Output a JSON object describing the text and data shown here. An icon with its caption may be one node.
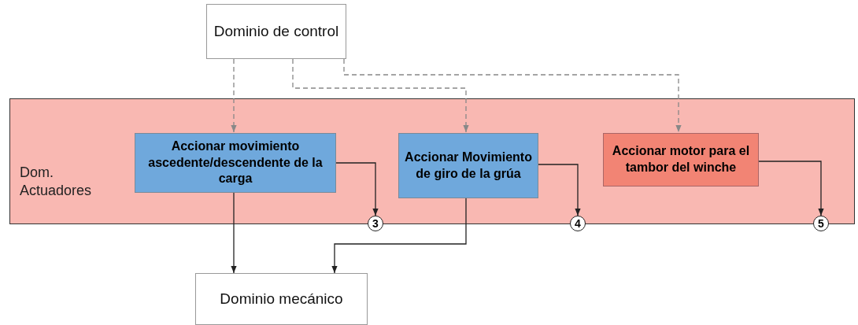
{
  "diagram": {
    "nodes": [
      {
        "text": [
          "Dominio de control"
        ]
      },
      {
        "text": [
          "Dom. Actuadores"
        ]
      },
      {
        "text": [
          "Accionar movimiento ascedente/descendente de la carga"
        ],
        "in": 1
      },
      {
        "text": [
          "Accionar Movimiento de giro de la grúa"
        ],
        "in": 1
      },
      {
        "text": [
          "Accionar motor para el tambor del winche"
        ],
        "in": 1
      },
      {
        "text": [
          "3"
        ]
      },
      {
        "text": [
          "4"
        ]
      },
      {
        "text": [
          "5"
        ]
      },
      {
        "text": [
          "Dominio mecánico"
        ]
      }
    ],
    "edges": [
      {
        "from": 0,
        "to": 2,
        "arrow": "to",
        "style": "dashed",
        "color": "#888888"
      },
      {
        "from": 0,
        "to": 3,
        "arrow": "to",
        "style": "dashed",
        "color": "#888888"
      },
      {
        "from": 0,
        "to": 4,
        "arrow": "to",
        "style": "dashed",
        "color": "#888888"
      },
      {
        "from": 2,
        "to": 5,
        "arrow": "to"
      },
      {
        "from": 3,
        "to": 6,
        "arrow": "to"
      },
      {
        "from": 4,
        "to": 7,
        "arrow": "to"
      },
      {
        "from": 2,
        "to": 8,
        "arrow": "to"
      },
      {
        "from": 3,
        "to": 8,
        "arrow": "to"
      }
    ]
  }
}
